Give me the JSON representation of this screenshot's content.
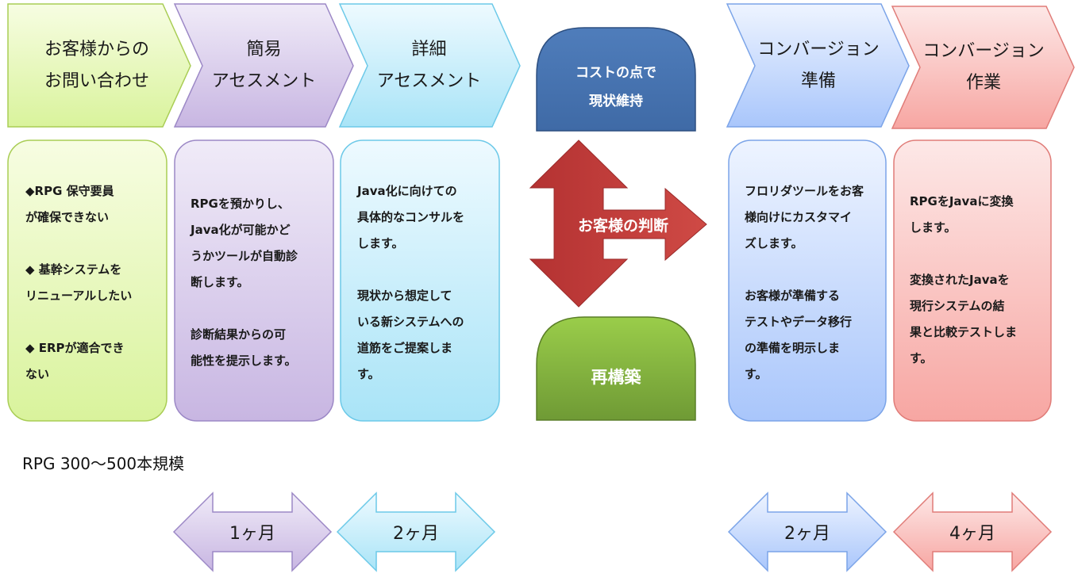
{
  "phases": {
    "inquiry": {
      "title": "お客様からの\nお問い合わせ",
      "body": "◆RPG 保守要員\nが確保できない\n\n◆ 基幹システムを\nリニューアルしたい\n\n◆ ERPが適合でき\nない"
    },
    "simple": {
      "title": "簡易\nアセスメント",
      "body": "RPGを預かりし、\nJava化が可能かど\nうかツールが自動診\n断します。\n\n診断結果からの可\n能性を提示します。",
      "duration": "1ヶ月"
    },
    "detail": {
      "title": "詳細\nアセスメント",
      "body": "Java化に向けての\n具体的なコンサルを\nします。\n\n現状から想定して\nいる新システムへの\n道筋をご提案しま\nす。",
      "duration": "2ヶ月"
    },
    "prep": {
      "title": "コンバージョン\n準備",
      "body": "フロリダツールをお客\n様向けにカスタマイ\nズします。\n\nお客様が準備する\nテストやデータ移行\nの準備を明示しま\nす。",
      "duration": "2ヶ月"
    },
    "work": {
      "title": "コンバージョン\n作業",
      "body": "RPGをJavaに変換\nします。\n\n変換されたJavaを\n現行システムの結\n果と比較テストしま\nす。",
      "duration": "4ヶ月"
    }
  },
  "decision": {
    "label": "お客様の判断",
    "keep": "コストの点で\n現状維持",
    "rebuild": "再構築"
  },
  "scale_note": "RPG  300～500本規模",
  "colors": {
    "green": "#e8f8b8",
    "purple": "#dcd0ee",
    "cyan": "#c8eef9",
    "blue": "#c8dcfb",
    "pink": "#fbc6c4",
    "decision_red": "#b53030",
    "keep_blue": "#4a7ab8",
    "rebuild_green": "#7aa83a"
  }
}
